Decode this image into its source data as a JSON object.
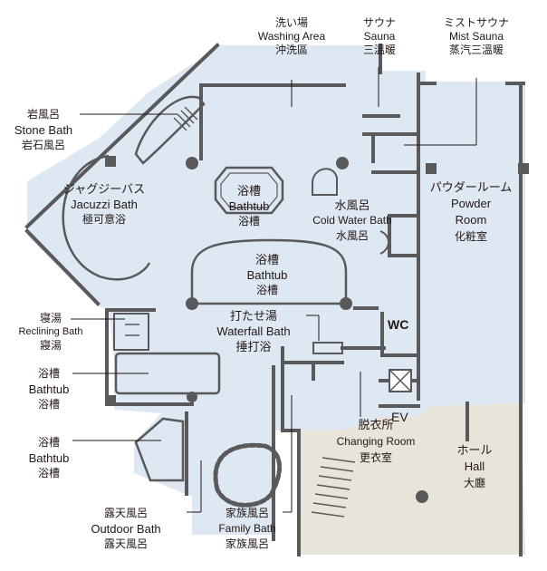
{
  "map": {
    "labels": {
      "washing": {
        "jp": "洗い場",
        "en": "Washing Area",
        "zh": "沖洗區"
      },
      "sauna": {
        "jp": "サウナ",
        "en": "Sauna",
        "zh": "三溫暖"
      },
      "mist_sauna": {
        "jp": "ミストサウナ",
        "en": "Mist Sauna",
        "zh": "蒸汽三溫暖"
      },
      "stone_bath": {
        "jp": "岩風呂",
        "en": "Stone Bath",
        "zh": "岩石風呂"
      },
      "jacuzzi": {
        "jp": "ジャグジーバス",
        "en": "Jacuzzi Bath",
        "zh": "極可意浴"
      },
      "bathtub1": {
        "jp": "浴槽",
        "en": "Bathtub",
        "zh": "浴槽"
      },
      "cold_water": {
        "jp": "水風呂",
        "en": "Cold Water Bath",
        "zh": "水風呂"
      },
      "powder_room": {
        "jp": "パウダールーム",
        "en1": "Powder",
        "en2": "Room",
        "zh": "化粧室"
      },
      "bathtub2": {
        "jp": "浴槽",
        "en": "Bathtub",
        "zh": "浴槽"
      },
      "waterfall": {
        "jp": "打たせ湯",
        "en": "Waterfall Bath",
        "zh": "捶打浴"
      },
      "reclining": {
        "jp": "寝湯",
        "en": "Reclining Bath",
        "zh": "寢湯"
      },
      "bathtub_left1": {
        "jp": "浴槽",
        "en": "Bathtub",
        "zh": "浴槽"
      },
      "bathtub_left2": {
        "jp": "浴槽",
        "en": "Bathtub",
        "zh": "浴槽"
      },
      "outdoor": {
        "jp": "露天風呂",
        "en": "Outdoor Bath",
        "zh": "露天風呂"
      },
      "family": {
        "jp": "家族風呂",
        "en": "Family Bath",
        "zh": "家族風呂"
      },
      "changing": {
        "jp": "脱衣所",
        "en": "Changing Room",
        "zh": "更衣室"
      },
      "hall": {
        "jp": "ホール",
        "en": "Hall",
        "zh": "大廳"
      },
      "wc": "WC",
      "ev": "EV"
    },
    "colors": {
      "water_area": "#dde8f3",
      "hall_floor": "#e9e4da",
      "wall": "#59595b",
      "text": "#231815"
    }
  }
}
